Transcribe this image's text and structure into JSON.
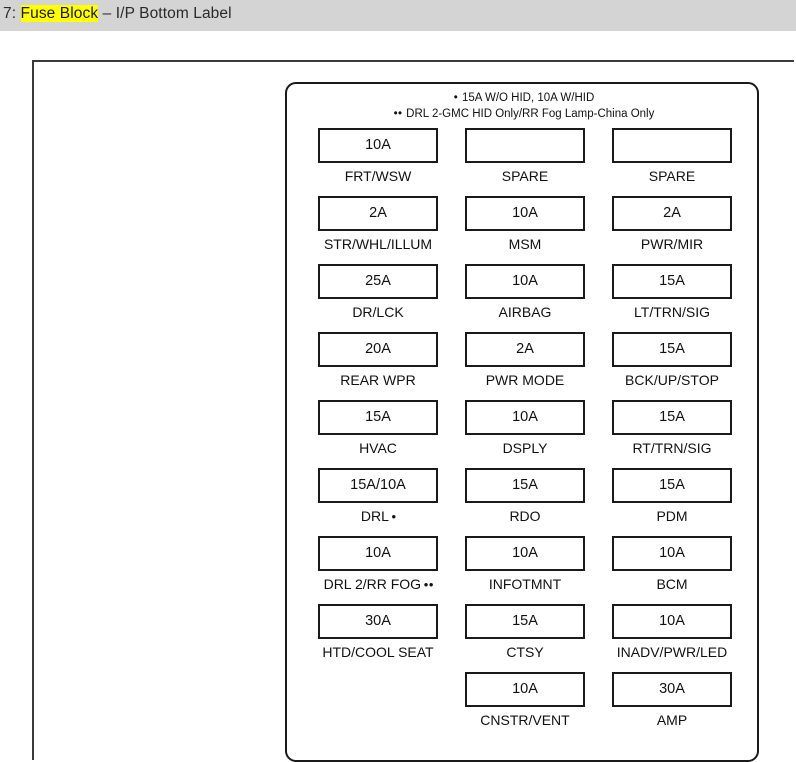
{
  "header": {
    "prefix": "7: ",
    "highlighted": "Fuse Block",
    "suffix": " – I/P Bottom Label"
  },
  "panel": {
    "notes": [
      {
        "bullets": "•",
        "text": "15A W/O HID, 10A W/HID"
      },
      {
        "bullets": "• •",
        "text": "DRL 2-GMC HID Only/RR Fog Lamp-China Only"
      }
    ],
    "columns": [
      {
        "name": "column-1",
        "fuses": [
          {
            "amp": "10A",
            "label": "FRT/WSW",
            "mark": ""
          },
          {
            "amp": "2A",
            "label": "STR/WHL/ILLUM",
            "mark": ""
          },
          {
            "amp": "25A",
            "label": "DR/LCK",
            "mark": ""
          },
          {
            "amp": "20A",
            "label": "REAR WPR",
            "mark": ""
          },
          {
            "amp": "15A",
            "label": "HVAC",
            "mark": ""
          },
          {
            "amp": "15A/10A",
            "label": "DRL",
            "mark": "•"
          },
          {
            "amp": "10A",
            "label": "DRL 2/RR FOG",
            "mark": "• •"
          },
          {
            "amp": "30A",
            "label": "HTD/COOL SEAT",
            "mark": ""
          }
        ]
      },
      {
        "name": "column-2",
        "fuses": [
          {
            "amp": "",
            "label": "SPARE",
            "mark": ""
          },
          {
            "amp": "10A",
            "label": "MSM",
            "mark": ""
          },
          {
            "amp": "10A",
            "label": "AIRBAG",
            "mark": ""
          },
          {
            "amp": "2A",
            "label": "PWR MODE",
            "mark": ""
          },
          {
            "amp": "10A",
            "label": "DSPLY",
            "mark": ""
          },
          {
            "amp": "15A",
            "label": "RDO",
            "mark": ""
          },
          {
            "amp": "10A",
            "label": "INFOTMNT",
            "mark": ""
          },
          {
            "amp": "15A",
            "label": "CTSY",
            "mark": ""
          },
          {
            "amp": "10A",
            "label": "CNSTR/VENT",
            "mark": ""
          }
        ]
      },
      {
        "name": "column-3",
        "fuses": [
          {
            "amp": "",
            "label": "SPARE",
            "mark": ""
          },
          {
            "amp": "2A",
            "label": "PWR/MIR",
            "mark": ""
          },
          {
            "amp": "15A",
            "label": "LT/TRN/SIG",
            "mark": ""
          },
          {
            "amp": "15A",
            "label": "BCK/UP/STOP",
            "mark": ""
          },
          {
            "amp": "15A",
            "label": "RT/TRN/SIG",
            "mark": ""
          },
          {
            "amp": "15A",
            "label": "PDM",
            "mark": ""
          },
          {
            "amp": "10A",
            "label": "BCM",
            "mark": ""
          },
          {
            "amp": "10A",
            "label": "INADV/PWR/LED",
            "mark": ""
          },
          {
            "amp": "30A",
            "label": "AMP",
            "mark": ""
          }
        ]
      }
    ]
  },
  "colors": {
    "header_band": "#d4d4d4",
    "highlight": "#ffff00",
    "ink": "#111111",
    "frame": "#3a3a3a"
  }
}
